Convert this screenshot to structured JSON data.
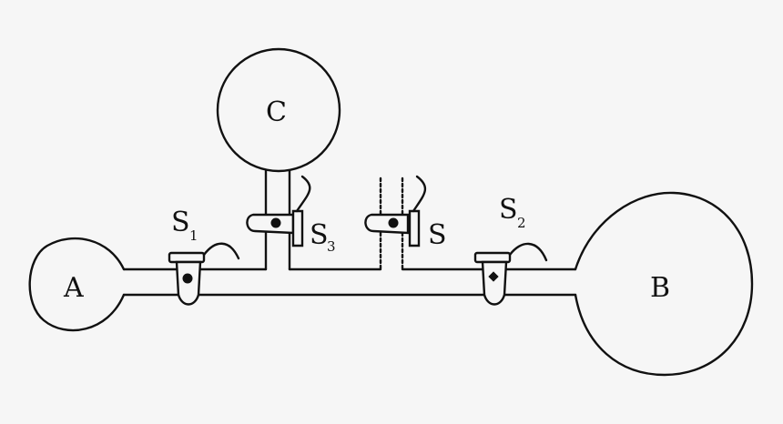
{
  "diagram": {
    "title": "",
    "bulbs": [
      {
        "id": "A",
        "label": "A"
      },
      {
        "id": "B",
        "label": "B"
      },
      {
        "id": "C",
        "label": "C"
      }
    ],
    "stopcocks": [
      {
        "id": "S1",
        "label": "S",
        "subscript": "1"
      },
      {
        "id": "S2",
        "label": "S",
        "subscript": "2"
      },
      {
        "id": "S3",
        "label": "S",
        "subscript": "3"
      },
      {
        "id": "S",
        "label": "S",
        "subscript": ""
      }
    ],
    "colors": {
      "line": "#111111",
      "background": "#f6f6f6"
    }
  }
}
